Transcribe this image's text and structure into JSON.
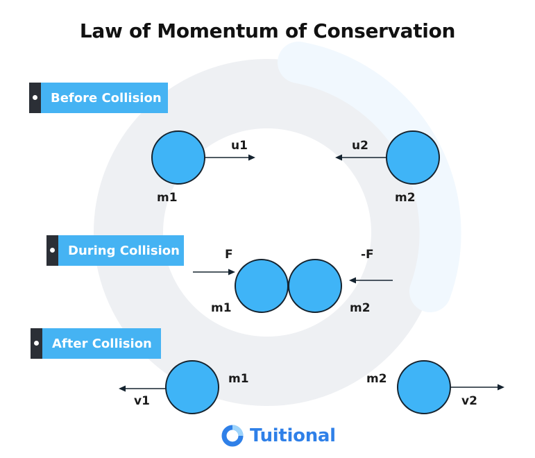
{
  "title": "Law of Momentum of Conservation",
  "colors": {
    "ball": "#3fb4f7",
    "ball_outline": "#15232f",
    "tag_band": "#45b3f3",
    "tag_tab": "#2b2f36",
    "ring": "#eef0f3",
    "ring_tint": "#f1f8fe",
    "brand": "#2f80e8"
  },
  "stages": {
    "before": {
      "label": "Before Collision",
      "ball_left": {
        "mass": "m1",
        "velocity": "u1"
      },
      "ball_right": {
        "mass": "m2",
        "velocity": "u2"
      }
    },
    "during": {
      "label": "During Collision",
      "ball_left": {
        "mass": "m1",
        "force": "F"
      },
      "ball_right": {
        "mass": "m2",
        "force": "-F"
      }
    },
    "after": {
      "label": "After Collision",
      "ball_left": {
        "mass": "m1",
        "velocity": "v1"
      },
      "ball_right": {
        "mass": "m2",
        "velocity": "v2"
      }
    }
  },
  "brand": {
    "name": "Tuitional",
    "logo_icon": "ring-logo-icon"
  }
}
